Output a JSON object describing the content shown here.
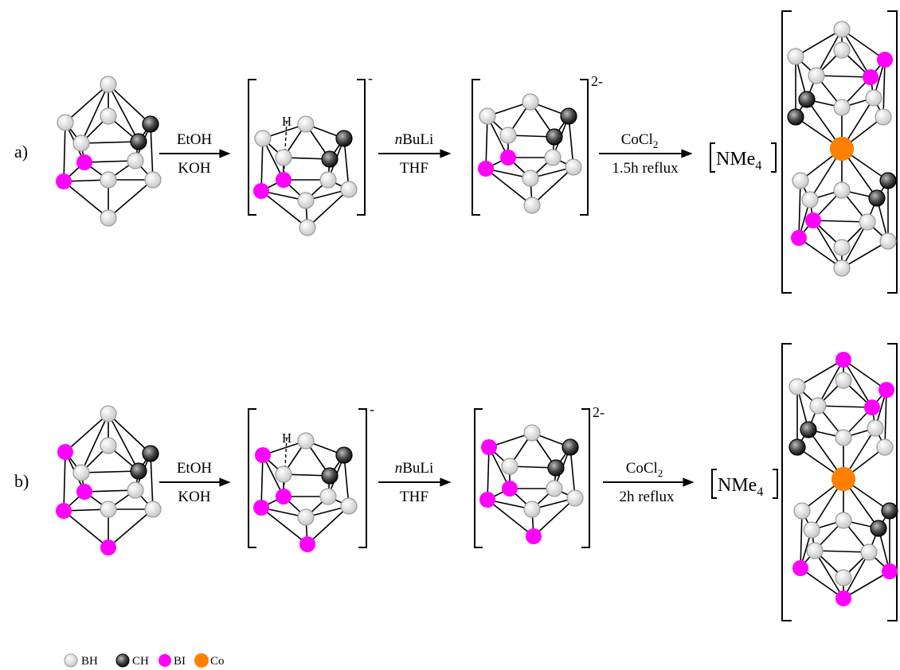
{
  "colors": {
    "BH": "#e6e6e6",
    "CH": "#2a2a2a",
    "BI": "#ff00ff",
    "Co": "#ff8000"
  },
  "rows": [
    {
      "label": "a)",
      "step1": {
        "top": "EtOH",
        "bottom": "KOH"
      },
      "step2": {
        "top_italic": "n",
        "top": "BuLi",
        "bottom": "THF"
      },
      "step3": {
        "top": "CoCl",
        "top_sub": "2",
        "bottom": "1.5h reflux"
      },
      "intermediate_charge": "-",
      "dianion_charge": "2-",
      "hydrogen_label": "H",
      "cation": "NMe",
      "cation_sub": "4"
    },
    {
      "label": "b)",
      "step1": {
        "top": "EtOH",
        "bottom": "KOH"
      },
      "step2": {
        "top_italic": "n",
        "top": "BuLi",
        "bottom": "THF"
      },
      "step3": {
        "top": "CoCl",
        "top_sub": "2",
        "bottom": "2h reflux"
      },
      "intermediate_charge": "-",
      "dianion_charge": "2-",
      "hydrogen_label": "H",
      "cation": "NMe",
      "cation_sub": "4"
    }
  ],
  "legend": [
    {
      "label": "BH",
      "color_key": "BH"
    },
    {
      "label": "CH",
      "color_key": "CH"
    },
    {
      "label": "BI",
      "color_key": "BI"
    },
    {
      "label": "Co",
      "color_key": "Co"
    }
  ]
}
